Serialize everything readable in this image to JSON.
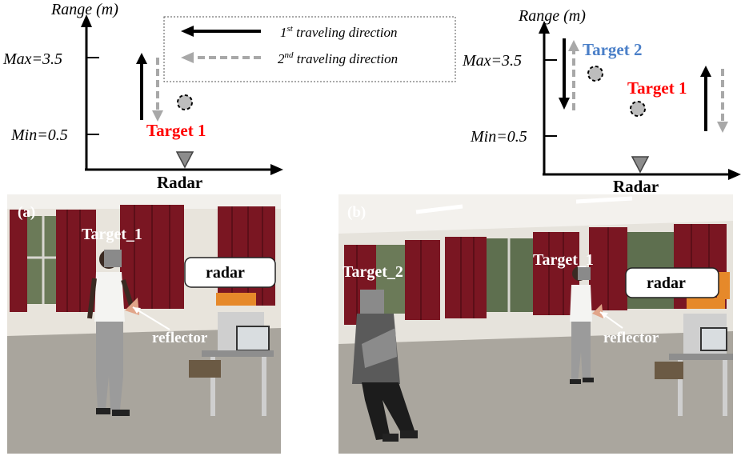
{
  "colors": {
    "red": "#ff0000",
    "blue": "#4a7fc8",
    "grey_arrow": "#a8a8a8",
    "black": "#000000",
    "curtain": "#7a1622",
    "wall": "#e8e4dc",
    "floor": "#a9a59d"
  },
  "diagram_a": {
    "y_axis_label": "Range (m)",
    "max_label": "Max=3.5",
    "min_label": "Min=0.5",
    "target_label": "Target 1",
    "radar_label": "Radar",
    "legend": {
      "first_sup": "st",
      "first_rest": " traveling direction",
      "first_num": "1",
      "second_num": "2",
      "second_sup": "nd",
      "second_rest": " traveling direction"
    }
  },
  "diagram_b": {
    "y_axis_label": "Range (m)",
    "max_label": "Max=3.5",
    "min_label": "Min=0.5",
    "target1_label": "Target 1",
    "target2_label": "Target 2",
    "radar_label": "Radar"
  },
  "photo_a": {
    "panel_label": "(a)",
    "target_label": "Target_1",
    "radar_label": "radar",
    "reflector_label": "reflector"
  },
  "photo_b": {
    "panel_label": "(b)",
    "target1_label": "Target_1",
    "target2_label": "Target_2",
    "radar_label": "radar",
    "reflector_label": "reflector"
  }
}
